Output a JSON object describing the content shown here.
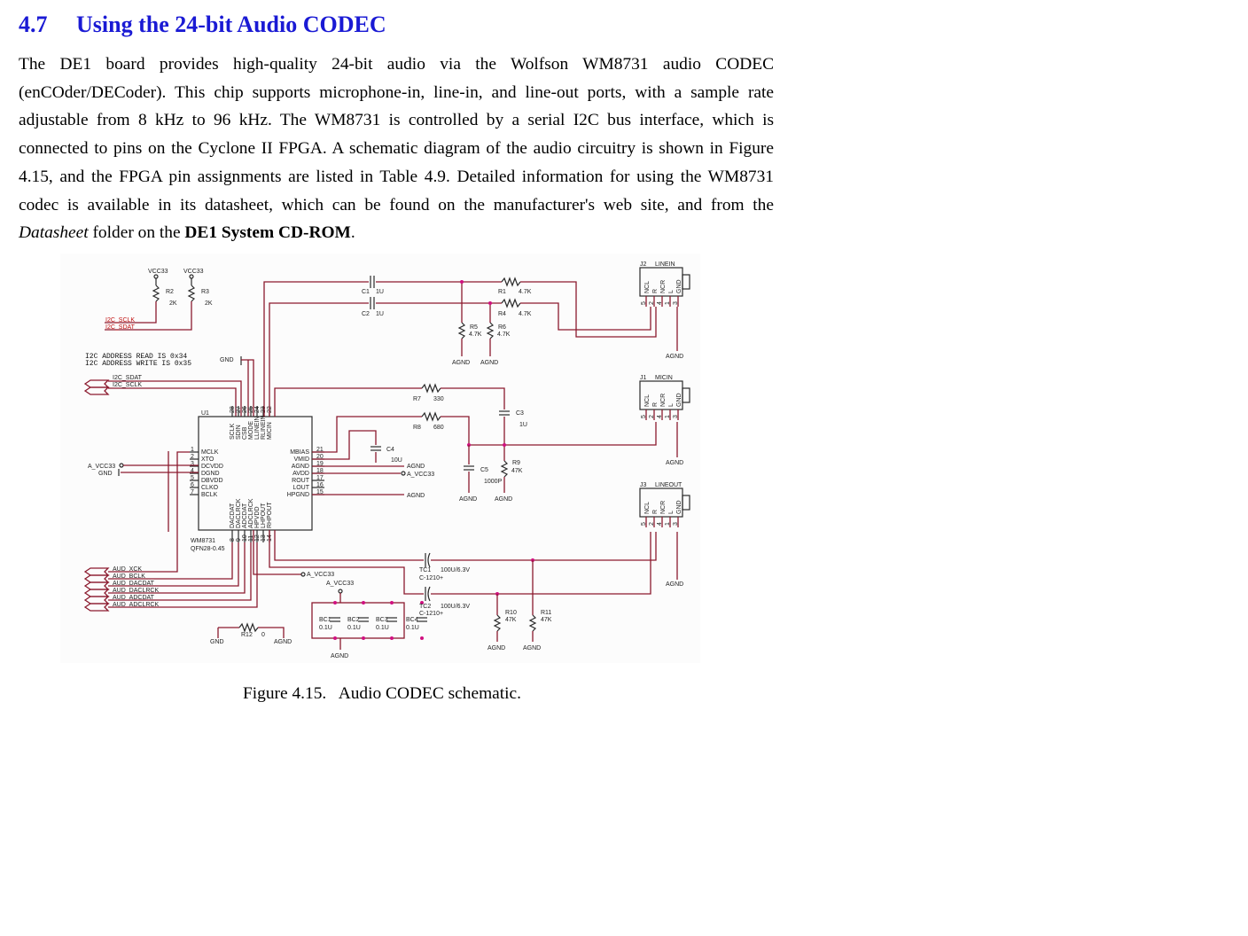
{
  "section": {
    "number": "4.7",
    "title": "Using the 24-bit Audio CODEC"
  },
  "paragraph": {
    "part1": "The DE1 board provides high-quality 24-bit audio via the Wolfson WM8731 audio CODEC (enCOder/DECoder). This chip supports microphone-in, line-in, and line-out ports, with a sample rate adjustable from 8 kHz to 96 kHz. The WM8731 is controlled by a serial I2C bus interface, which is connected to pins on the Cyclone II FPGA. A schematic diagram of the audio circuitry is shown in Figure 4.15, and the FPGA pin assignments are listed in Table 4.9. Detailed information for using the WM8731 codec is available in its datasheet, which can be found on the manufacturer's web site, and from the ",
    "italic": "Datasheet",
    "part2": " folder on the ",
    "bold": "DE1 System CD-ROM",
    "part3": "."
  },
  "figure": {
    "caption": "Figure 4.15.   Audio CODEC schematic."
  },
  "schematic": {
    "power": {
      "vcc1": "VCC33",
      "vcc2": "VCC33",
      "avcc": "A_VCC33",
      "gnd": "GND",
      "agnd": "AGND"
    },
    "pullups": {
      "r2": "R2",
      "r2_val": "2K",
      "r3": "R3",
      "r3_val": "2K"
    },
    "i2c_nets": {
      "sclk": "I2C_SCLK",
      "sdat": "I2C_SDAT"
    },
    "i2c_note": {
      "read": "I2C ADDRESS READ IS 0x34",
      "write": "I2C ADDRESS WRITE IS 0x35"
    },
    "ic": {
      "ref": "U1",
      "name": "WM8731",
      "package": "QFN28-0.45",
      "left_pins": [
        {
          "num": "1",
          "name": "MCLK"
        },
        {
          "num": "2",
          "name": "XTO"
        },
        {
          "num": "3",
          "name": "DCVDD"
        },
        {
          "num": "4",
          "name": "DGND"
        },
        {
          "num": "5",
          "name": "DBVDD"
        },
        {
          "num": "6",
          "name": "CLKO"
        },
        {
          "num": "7",
          "name": "BCLK"
        }
      ],
      "right_pins": [
        {
          "num": "21",
          "name": "MBIAS"
        },
        {
          "num": "20",
          "name": "VMID"
        },
        {
          "num": "19",
          "name": "AGND"
        },
        {
          "num": "18",
          "name": "AVDD"
        },
        {
          "num": "17",
          "name": "ROUT"
        },
        {
          "num": "16",
          "name": "LOUT"
        },
        {
          "num": "15",
          "name": "HPGND"
        }
      ],
      "top_pins": [
        {
          "num": "28",
          "name": "SCLK"
        },
        {
          "num": "27",
          "name": "SDIN"
        },
        {
          "num": "26",
          "name": "CSB"
        },
        {
          "num": "25",
          "name": "MODE"
        },
        {
          "num": "24",
          "name": "LLINEIN"
        },
        {
          "num": "23",
          "name": "RLINEIN"
        },
        {
          "num": "22",
          "name": "MICIN"
        }
      ],
      "bottom_pins": [
        {
          "num": "8",
          "name": "DACDAT"
        },
        {
          "num": "9",
          "name": "DACLRCK"
        },
        {
          "num": "10",
          "name": "ADCDAT"
        },
        {
          "num": "11",
          "name": "ADCLRCK"
        },
        {
          "num": "12",
          "name": "HPVDD"
        },
        {
          "num": "13",
          "name": "LHPOUT"
        },
        {
          "num": "14",
          "name": "RHPOUT"
        }
      ]
    },
    "aud_nets": [
      "AUD_XCK",
      "AUD_BCLK",
      "AUD_DACDAT",
      "AUD_DACLRCK",
      "AUD_ADCDAT",
      "AUD_ADCLRCK"
    ],
    "components": {
      "c1": "C1",
      "c1_val": "1U",
      "c2": "C2",
      "c2_val": "1U",
      "r1": "R1",
      "r1_val": "4.7K",
      "r4": "R4",
      "r4_val": "4.7K",
      "r5": "R5",
      "r5_val": "4.7K",
      "r6": "R6",
      "r6_val": "4.7K",
      "r7": "R7",
      "r7_val": "330",
      "r8": "R8",
      "r8_val": "680",
      "c3": "C3",
      "c3_val": "1U",
      "c4": "C4",
      "c4_val": "10U",
      "c5": "C5",
      "c5_val": "1000P",
      "r9": "R9",
      "r9_val": "47K",
      "tc1": "TC1",
      "tc1_val": "100U/6.3V",
      "tc1_pkg": "C-1210+",
      "tc2": "TC2",
      "tc2_val": "100U/6.3V",
      "tc2_pkg": "C-1210+",
      "r10": "R10",
      "r10_val": "47K",
      "r11": "R11",
      "r11_val": "47K",
      "r12": "R12",
      "r12_val": "0",
      "bc1": "BC1",
      "bc2": "BC2",
      "bc3": "BC3",
      "bc4": "BC4",
      "bc_val": "0.1U"
    },
    "jacks": {
      "j2": "J2",
      "j2_name": "LINEIN",
      "j1": "J1",
      "j1_name": "MICIN",
      "j3": "J3",
      "j3_name": "LINEOUT",
      "pin_labels": [
        "NCL",
        "R",
        "NCR",
        "L",
        "GND"
      ],
      "pin_numbers": [
        "5",
        "2",
        "4",
        "1",
        "3"
      ]
    }
  }
}
